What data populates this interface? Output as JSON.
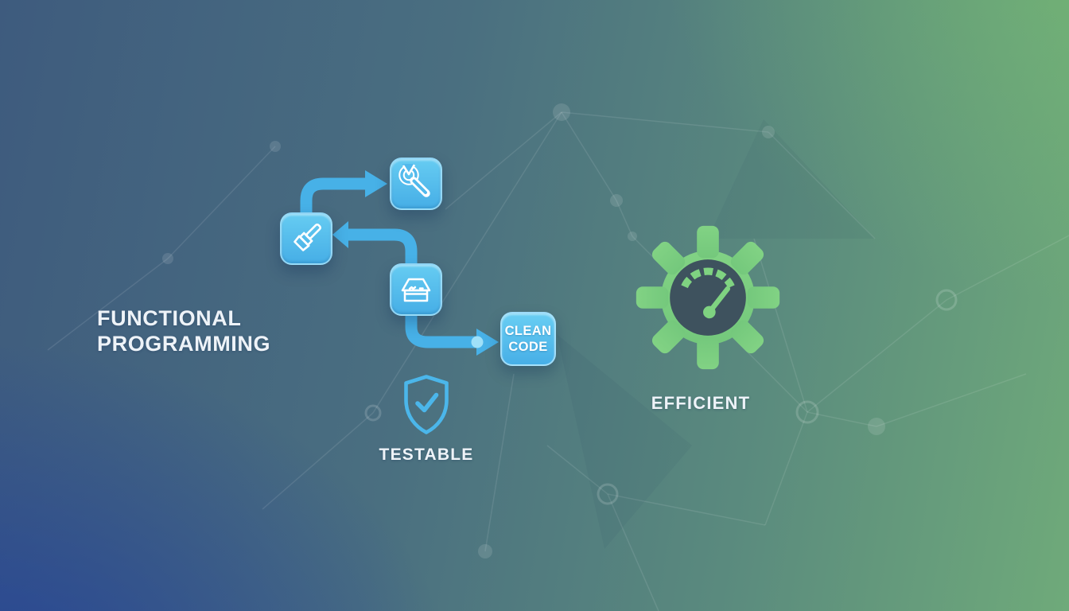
{
  "illustration": {
    "title": "FUNCTIONAL\nPROGRAMMING",
    "flow": {
      "steps": [
        {
          "id": "brush",
          "icon": "brush-icon"
        },
        {
          "id": "wrench",
          "icon": "wrench-icon"
        },
        {
          "id": "toolbox",
          "icon": "toolbox-icon"
        }
      ],
      "result_label": "CLEAN CODE"
    },
    "features": {
      "testable": {
        "label": "TESTABLE",
        "icon": "shield-check-icon"
      },
      "efficient": {
        "label": "EFFICIENT",
        "icon": "gear-gauge-icon"
      }
    },
    "colors": {
      "accent_blue": "#4ab4e8",
      "accent_blue_light": "#9fe0f8",
      "accent_green": "#82d482",
      "gauge_inner_dark": "#3e525e",
      "text": "#eef3f8",
      "bg_top_left": "#3e5c7e",
      "bg_bottom_left": "#27408b",
      "bg_top_right": "#74ad79",
      "bg_bottom_right": "#5a8a7e"
    }
  }
}
